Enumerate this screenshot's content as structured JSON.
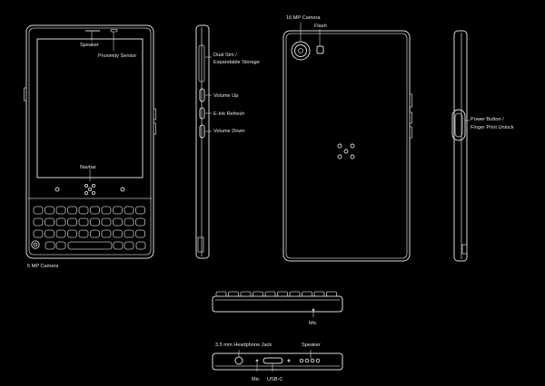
{
  "labels": {
    "speaker_front": "Speaker",
    "proximity_sensor": "Proximity Sensor",
    "navbar": "Navbar",
    "front_camera": "5 MP Camera",
    "dual_sim_line1": "Dual Sim /",
    "dual_sim_line2": "Expandable Storage",
    "volume_up": "Volume Up",
    "eink_refresh": "E-Ink Refresh",
    "volume_down": "Volume Down",
    "rear_camera": "16 MP Camera",
    "flash": "Flash",
    "power_line1": "Power Button /",
    "power_line2": "Finger Print Unlock",
    "mic_top": "Mic",
    "headphone_jack": "3.5 mm Headphone Jack",
    "speaker_bottom": "Speaker",
    "mic_bottom": "Mic",
    "usb_c": "USB-C"
  },
  "colors": {
    "background": "#000000",
    "line": "#d9d9d9",
    "text": "#e6e6e6"
  }
}
